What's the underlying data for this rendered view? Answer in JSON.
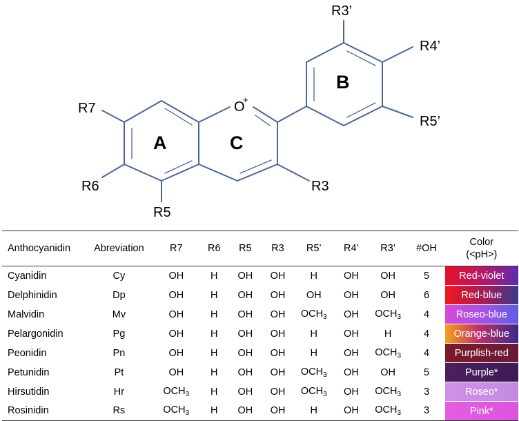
{
  "structure": {
    "oxygen": "O",
    "charge": "+",
    "rings": {
      "a": "A",
      "b": "B",
      "c": "C"
    },
    "substituents": {
      "r7": "R7",
      "r6": "R6",
      "r5": "R5",
      "r3": "R3",
      "r3p": "R3’",
      "r4p": "R4’",
      "r5p": "R5’"
    },
    "bond_color": "#4a6596"
  },
  "table": {
    "headers": {
      "anthocyanidin": "Anthocyanidin",
      "abbreviation": "Abreviation",
      "r7": "R7",
      "r6": "R6",
      "r5": "R5",
      "r3": "R3",
      "r5p": "R5’",
      "r4p": "R4’",
      "r3p": "R3’",
      "oh": "#OH",
      "color_line1": "Color",
      "color_line2": "(<pH>)"
    },
    "rows": [
      {
        "name": "Cyanidin",
        "abbr": "Cy",
        "r7": "OH",
        "r6": "H",
        "r5": "OH",
        "r3": "OH",
        "r5p": "H",
        "r4p": "OH",
        "r3p": "OH",
        "oh": "5",
        "color": "Red-violet",
        "swatch": "linear-gradient(90deg,#e8102a 0%,#b21a6a 55%,#5a2cb0 100%)"
      },
      {
        "name": "Delphinidin",
        "abbr": "Dp",
        "r7": "OH",
        "r6": "H",
        "r5": "OH",
        "r3": "OH",
        "r5p": "OH",
        "r4p": "OH",
        "r3p": "OH",
        "oh": "6",
        "color": "Red-blue",
        "swatch": "linear-gradient(90deg,#f01a20 0%,#a01c5c 55%,#3a3a8c 100%)"
      },
      {
        "name": "Malvidin",
        "abbr": "Mv",
        "r7": "OH",
        "r6": "H",
        "r5": "OH",
        "r3": "OH",
        "r5p": "OCH3",
        "r4p": "OH",
        "r3p": "OCH3",
        "oh": "4",
        "color": "Roseo-blue",
        "swatch": "linear-gradient(90deg,#d84ad8 0%,#a052e0 55%,#5e5ee6 100%)"
      },
      {
        "name": "Pelargonidin",
        "abbr": "Pg",
        "r7": "OH",
        "r6": "H",
        "r5": "OH",
        "r3": "OH",
        "r5p": "H",
        "r4p": "OH",
        "r3p": "H",
        "oh": "4",
        "color": "Orange-blue",
        "swatch": "linear-gradient(90deg,#f5a21a 0%,#c0306a 45%,#3a2a8a 100%)"
      },
      {
        "name": "Peonidin",
        "abbr": "Pn",
        "r7": "OH",
        "r6": "H",
        "r5": "OH",
        "r3": "OH",
        "r5p": "H",
        "r4p": "OH",
        "r3p": "OCH3",
        "oh": "4",
        "color": "Purplish-red",
        "swatch": "linear-gradient(90deg,#7a1a2a 0%,#6a1a3a 100%)"
      },
      {
        "name": "Petunidin",
        "abbr": "Pt",
        "r7": "OH",
        "r6": "H",
        "r5": "OH",
        "r3": "OH",
        "r5p": "OCH3",
        "r4p": "OH",
        "r3p": "OH",
        "oh": "5",
        "color": "Purple*",
        "swatch": "linear-gradient(90deg,#4a1f5e 0%,#3e1b54 100%)"
      },
      {
        "name": "Hirsutidin",
        "abbr": "Hr",
        "r7": "OCH3",
        "r6": "H",
        "r5": "OH",
        "r3": "OH",
        "r5p": "OCH3",
        "r4p": "OH",
        "r3p": "OCH3",
        "oh": "3",
        "color": "Roseo*",
        "swatch": "linear-gradient(90deg,#cf90e6 0%,#c48ae2 100%)"
      },
      {
        "name": "Rosinidin",
        "abbr": "Rs",
        "r7": "OCH3",
        "r6": "H",
        "r5": "OH",
        "r3": "OH",
        "r5p": "H",
        "r4p": "OH",
        "r3p": "OCH3",
        "oh": "3",
        "color": "Pink*",
        "swatch": "linear-gradient(90deg,#e35ee0 0%,#d955dc 100%)"
      }
    ]
  }
}
